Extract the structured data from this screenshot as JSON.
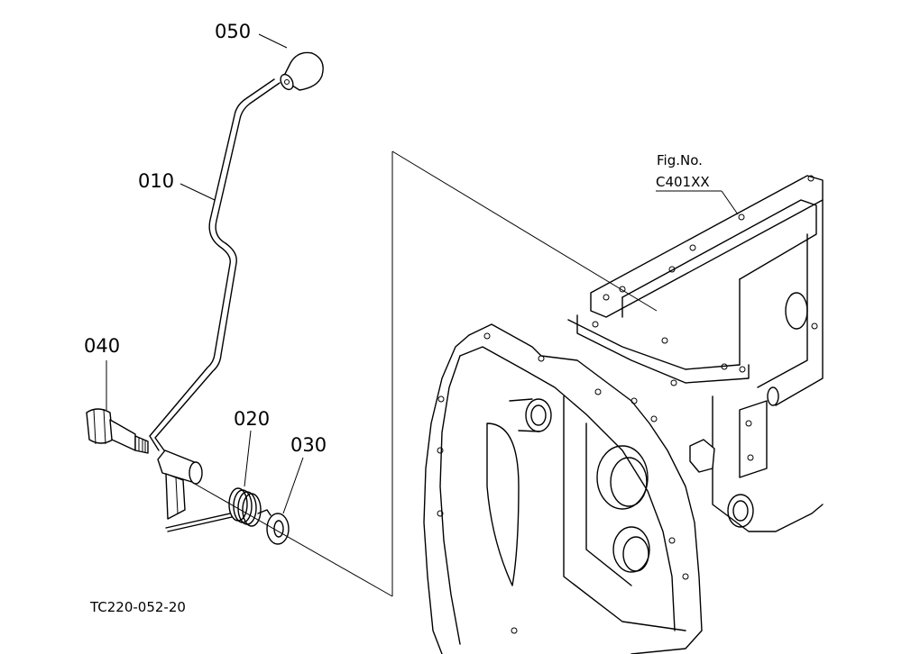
{
  "parts": [
    {
      "id": "050",
      "name": "knob"
    },
    {
      "id": "010",
      "name": "lever"
    },
    {
      "id": "040",
      "name": "bolt"
    },
    {
      "id": "020",
      "name": "spring"
    },
    {
      "id": "030",
      "name": "washer"
    }
  ],
  "reference": {
    "line1": "Fig.No.",
    "line2": "C401XX"
  },
  "drawing_code": "TC220-052-20"
}
